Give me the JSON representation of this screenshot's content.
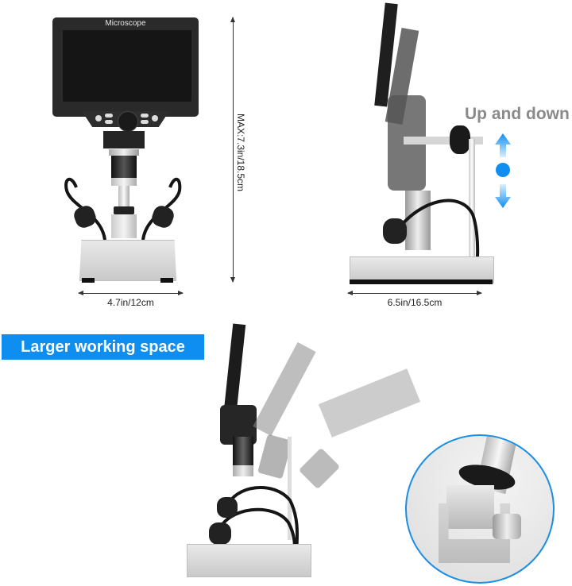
{
  "front_view": {
    "screen_label": "Microscope",
    "height_dimension": "MAX:7.3in/18.5cm",
    "width_dimension": "4.7in/12cm"
  },
  "side_view": {
    "feature_label": "Up and down",
    "width_dimension": "6.5in/16.5cm"
  },
  "working_space": {
    "banner_label": "Larger working space"
  },
  "colors": {
    "accent_blue": "#0e8ef0",
    "label_gray": "#8a8a8a"
  }
}
